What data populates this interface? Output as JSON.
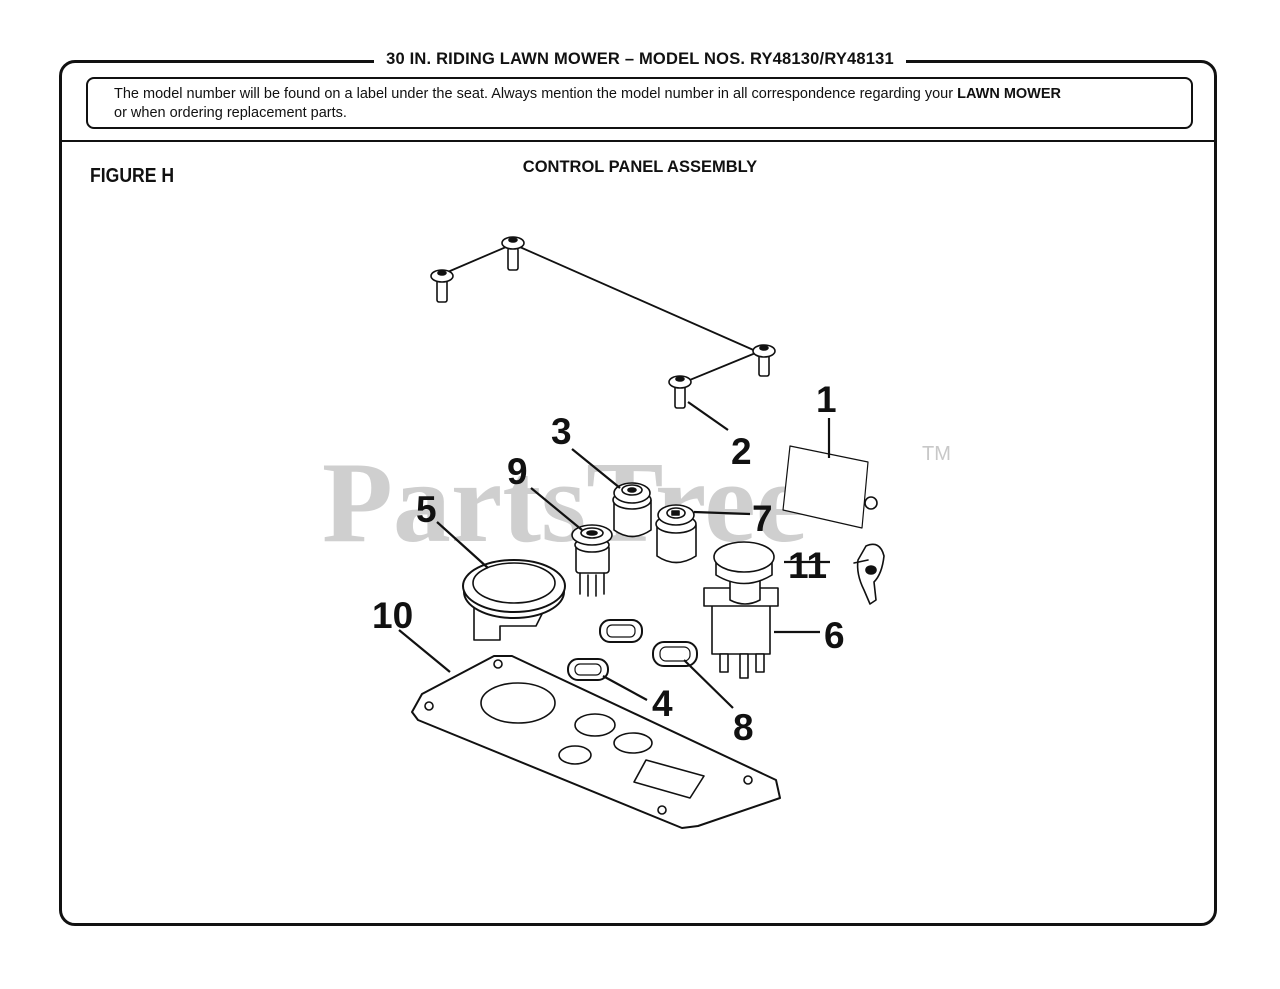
{
  "header": {
    "title": "30 IN. RIDING LAWN MOWER – MODEL NOS. RY48130/RY48131"
  },
  "notice": {
    "text_part1": "The model number will be found on a label under the seat. Always mention the model number in all correspondence regarding your ",
    "emphasis": "LAWN MOWER",
    "text_part2": "or when ordering replacement parts."
  },
  "figure": {
    "label": "FIGURE H",
    "title": "CONTROL PANEL ASSEMBLY"
  },
  "watermark": {
    "text": "PartsTree",
    "trademark": "TM"
  },
  "callouts": [
    "1",
    "2",
    "3",
    "4",
    "5",
    "6",
    "7",
    "8",
    "9",
    "10",
    "11"
  ]
}
